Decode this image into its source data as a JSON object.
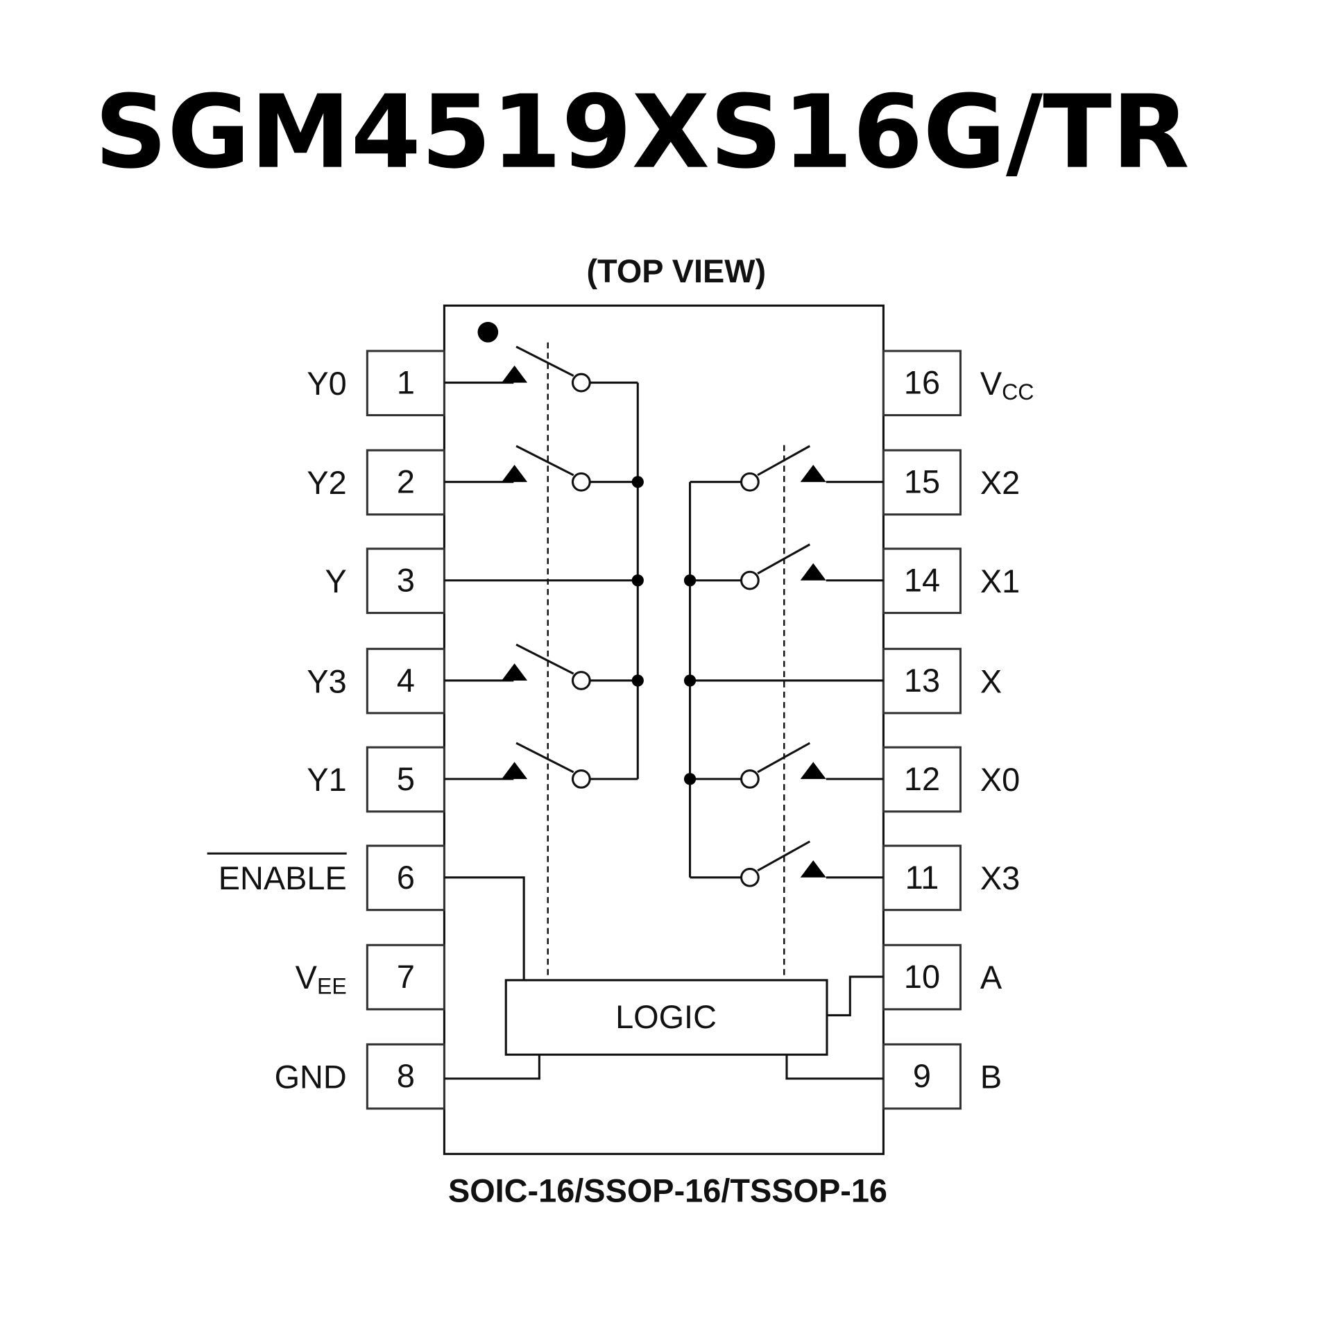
{
  "title": "SGM4519XS16G/TR",
  "view_label": "(TOP VIEW)",
  "package_label": "SOIC-16/SSOP-16/TSSOP-16",
  "logic_label": "LOGIC",
  "left_pins": [
    {
      "num": "1",
      "name": "Y0"
    },
    {
      "num": "2",
      "name": "Y2"
    },
    {
      "num": "3",
      "name": "Y"
    },
    {
      "num": "4",
      "name": "Y3"
    },
    {
      "num": "5",
      "name": "Y1"
    },
    {
      "num": "6",
      "name": "ENABLE",
      "overline": true
    },
    {
      "num": "7",
      "name": "V",
      "sub": "EE"
    },
    {
      "num": "8",
      "name": "GND"
    }
  ],
  "right_pins": [
    {
      "num": "16",
      "name": "V",
      "sub": "CC"
    },
    {
      "num": "15",
      "name": "X2"
    },
    {
      "num": "14",
      "name": "X1"
    },
    {
      "num": "13",
      "name": "X"
    },
    {
      "num": "12",
      "name": "X0"
    },
    {
      "num": "11",
      "name": "X3"
    },
    {
      "num": "10",
      "name": "A"
    },
    {
      "num": "9",
      "name": "B"
    }
  ]
}
